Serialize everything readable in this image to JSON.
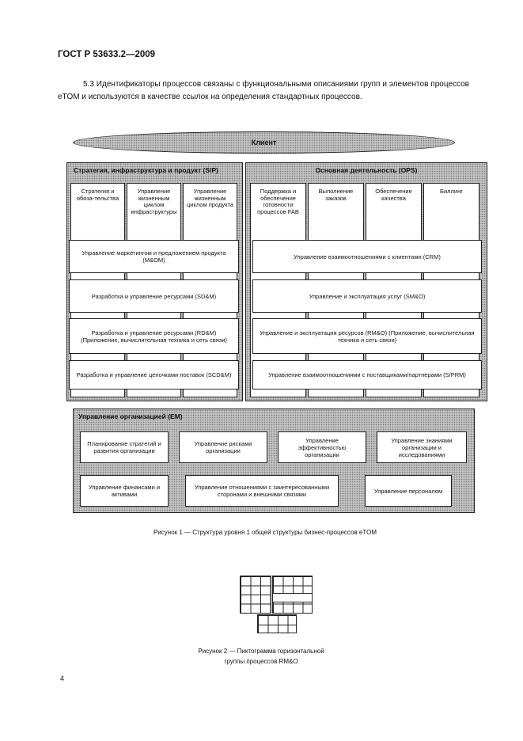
{
  "header": "ГОСТ Р 53633.2—2009",
  "paragraph": "5.3 Идентификаторы процессов связаны с функциональными описаниями групп и элементов процессов eTOM и используются в качестве ссылок на определения стандартных процессов.",
  "client": "Клиент",
  "sip": {
    "title": "Стратегия, инфраструктура и продукт (SIP)",
    "columns": [
      "Стратегия и обяза-тельства",
      "Управление жизненным циклом инфраструктуры",
      "Управление жизненным циклом продукта"
    ],
    "rows": [
      "Управление маркетингом и предложением продукта (M&OM)",
      "Разработка и управление ресурсами (SD&M)",
      "Разработка и управление ресурсами (RD&M) (Приложение, вычислительная техника и сеть связи)",
      "Разработка и управление цепочками поставок (SCD&M)"
    ]
  },
  "ops": {
    "title": "Основная деятельность (OPS)",
    "columns": [
      "Поддержка и обеспечение готовности процессов FAB",
      "Выполнение заказов",
      "Обеспечение качества",
      "Биллинг"
    ],
    "rows": [
      "Управление взаимоотношениями с клиентами (CRM)",
      "Управление и эксплуатация услуг (SM&O)",
      "Управление и эксплуатация ресурсов (RM&O) (Приложение, вычислительная техника и сеть связи)",
      "Управление взаимоотношениями с поставщиками/партнерами (S/PRM)"
    ]
  },
  "em": {
    "title": "Управление организацией (EM)",
    "row1": [
      "Планирование стратегий и развития организации",
      "Управление рисками организации",
      "Управление эффективностью организации",
      "Управление знаниями организации и исследованиями"
    ],
    "row2": [
      "Управление финансами и активами",
      "Управление отношениями с заинтересованными сторонами и внешними связями",
      "Управление персоналом"
    ]
  },
  "figure1_caption": "Рисунок 1 — Структура уровня 1 общей структуры бизнес-процессов eTOM",
  "figure2_caption_line1": "Рисунок 2 — Пиктограмма горизонтальной",
  "figure2_caption_line2": "группы процессов RM&O",
  "page_number": "4"
}
